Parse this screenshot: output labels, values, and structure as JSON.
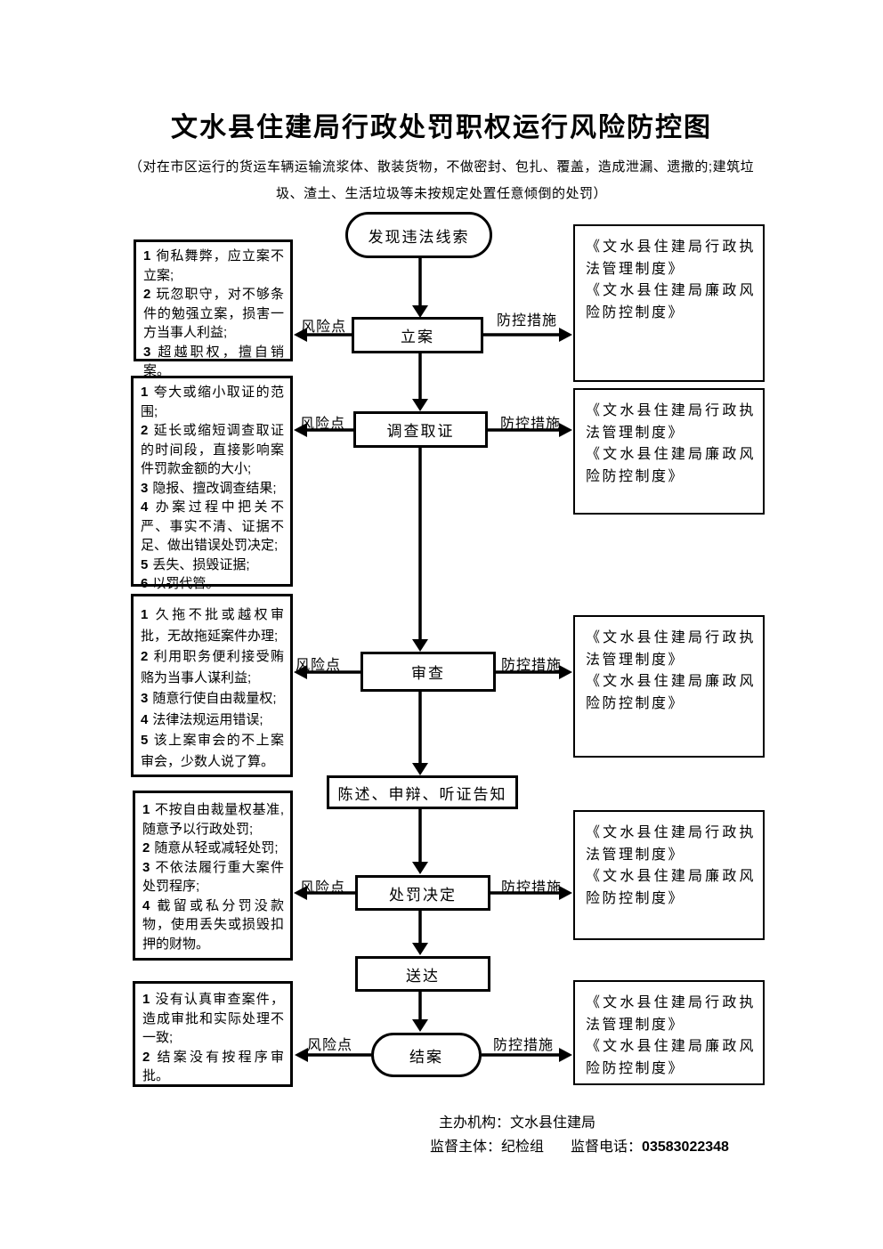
{
  "title": "文水县住建局行政处罚职权运行风险防控图",
  "subtitle": "（对在市区运行的货运车辆运输流浆体、散装货物，不做密封、包扎、覆盖，造成泄漏、遗撒的;建筑垃圾、渣土、生活垃圾等未按规定处置任意倾倒的处罚）",
  "labels": {
    "risk": "风险点",
    "control": "防控措施"
  },
  "flow": {
    "start": "发现违法线索",
    "filing": "立案",
    "investigation": "调查取证",
    "review": "审查",
    "notice": "陈述、申辩、听证告知",
    "decision": "处罚决定",
    "delivery": "送达",
    "closing": "结案"
  },
  "risk_boxes": [
    {
      "step": "立案",
      "items": [
        {
          "num": "1",
          "text": "徇私舞弊，应立案不立案;"
        },
        {
          "num": "2",
          "text": "玩忽职守，对不够条件的勉强立案，损害一方当事人利益;"
        },
        {
          "num": "3",
          "text": "超越职权，擅自销案。"
        }
      ]
    },
    {
      "step": "调查取证",
      "items": [
        {
          "num": "1",
          "text": "夸大或缩小取证的范围;"
        },
        {
          "num": "2",
          "text": "延长或缩短调查取证的时间段，直接影响案件罚款金额的大小;"
        },
        {
          "num": "3",
          "text": "隐报、擅改调查结果;"
        },
        {
          "num": "4",
          "text": "办案过程中把关不严、事实不清、证据不足、做出错误处罚决定;"
        },
        {
          "num": "5",
          "text": "丢失、损毁证据;"
        },
        {
          "num": "6",
          "text": "以罚代管。"
        }
      ]
    },
    {
      "step": "审查",
      "items": [
        {
          "num": "1",
          "text": "久拖不批或越权审批，无故拖延案件办理;"
        },
        {
          "num": "2",
          "text": "利用职务便利接受贿赂为当事人谋利益;"
        },
        {
          "num": "3",
          "text": "随意行使自由裁量权;"
        },
        {
          "num": "4",
          "text": "法律法规运用错误;"
        },
        {
          "num": "5",
          "text": "该上案审会的不上案审会，少数人说了算。"
        }
      ]
    },
    {
      "step": "处罚决定",
      "items": [
        {
          "num": "1",
          "text": "不按自由裁量权基准,随意予以行政处罚;"
        },
        {
          "num": "2",
          "text": "随意从轻或减轻处罚;"
        },
        {
          "num": "3",
          "text": "不依法履行重大案件处罚程序;"
        },
        {
          "num": "4",
          "text": "截留或私分罚没款物，使用丢失或损毁扣押的财物。"
        }
      ]
    },
    {
      "step": "结案",
      "items": [
        {
          "num": "1",
          "text": "没有认真审查案件，造成审批和实际处理不一致;"
        },
        {
          "num": "2",
          "text": "结案没有按程序审批。"
        }
      ]
    }
  ],
  "control_boxes": [
    {
      "step": "立案",
      "items": [
        "《文水县住建局行政执法管理制度》",
        "《文水县住建局廉政风险防控制度》"
      ]
    },
    {
      "step": "调查取证",
      "items": [
        "《文水县住建局行政执法管理制度》",
        "《文水县住建局廉政风险防控制度》"
      ]
    },
    {
      "step": "审查",
      "items": [
        "《文水县住建局行政执法管理制度》",
        "《文水县住建局廉政风险防控制度》"
      ]
    },
    {
      "step": "处罚决定",
      "items": [
        "《文水县住建局行政执法管理制度》",
        "《文水县住建局廉政风险防控制度》"
      ]
    },
    {
      "step": "结案",
      "items": [
        "《文水县住建局行政执法管理制度》",
        "《文水县住建局廉政风险防控制度》"
      ]
    }
  ],
  "footer": {
    "organizer_label": "主办机构：",
    "organizer": "文水县住建局",
    "supervisor_label": "监督主体：",
    "supervisor": "纪检组",
    "phone_label": "监督电话：",
    "phone": "03583022348"
  },
  "colors": {
    "ink": "#000000",
    "background": "#ffffff"
  }
}
